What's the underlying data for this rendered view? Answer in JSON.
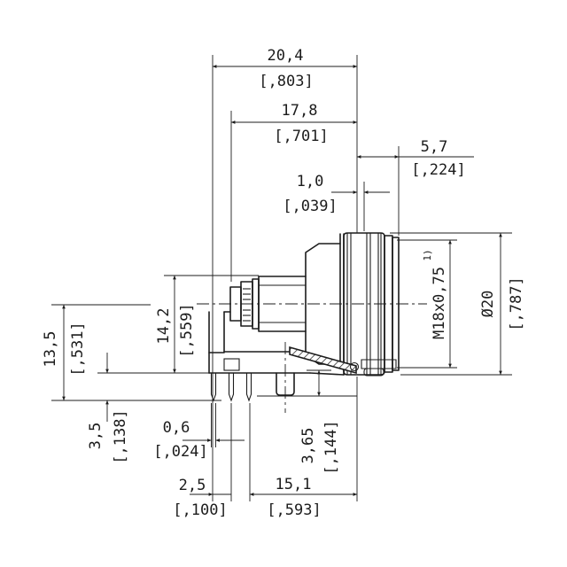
{
  "page": {
    "background": "#ffffff",
    "line_color": "#1c1c1c"
  },
  "drawing": {
    "name": "M18 panel-mount circular connector, side section view",
    "dimensions": {
      "width_overall": {
        "mm": "20,4",
        "inch": "[,803]"
      },
      "width_body": {
        "mm": "17,8",
        "inch": "[,701]"
      },
      "front_length": {
        "mm": "5,7",
        "inch": "[,224]"
      },
      "ring_thickness": {
        "mm": "1,0",
        "inch": "[,039]"
      },
      "center_to_pin": {
        "mm": "13,5",
        "inch": "[,531]"
      },
      "body_height": {
        "mm": "14,2",
        "inch": "[,559]"
      },
      "pin_protrusion": {
        "mm": "3,5",
        "inch": "[,138]"
      },
      "pin_width": {
        "mm": "0,6",
        "inch": "[,024]"
      },
      "pin_pitch": {
        "mm": "2,5",
        "inch": "[,100]"
      },
      "peg_length": {
        "mm": "3,65",
        "inch": "[,144]"
      },
      "pin_to_face": {
        "mm": "15,1",
        "inch": "[,593]"
      },
      "thread": {
        "label": "M18x0,75",
        "footnote": "1)"
      },
      "outer_diameter": {
        "mm": "Ø20",
        "inch": "[,787]"
      }
    }
  }
}
